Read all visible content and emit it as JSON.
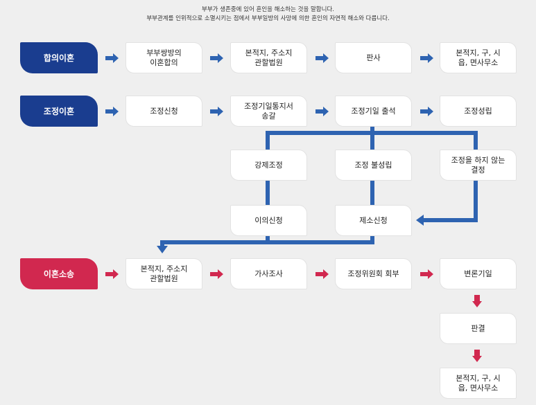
{
  "intro": {
    "line1": "부부가 생존중에 있어 혼인을 해소하는 것을 말합니다.",
    "line2": "부부관계를 인위적으로 소멸시키는 점에서 부부일방의 사망에 의한 혼인의 자연적 해소와 다릅니다."
  },
  "colors": {
    "blue": "#1a3d8f",
    "red": "#d1284f",
    "arrow_blue": "#2e63b1",
    "arrow_red": "#d1284f"
  },
  "row1": {
    "label": "합의이혼",
    "steps": [
      "부부쌍방의\n이혼합의",
      "본적지, 주소지\n관할법원",
      "판사",
      "본적지, 구, 시\n읍, 면사무소"
    ]
  },
  "row2": {
    "label": "조정이혼",
    "steps": [
      "조정신청",
      "조정기일통지서\n송갈",
      "조정기일 출석",
      "조정성립"
    ],
    "branches": [
      "강제조정",
      "조정 불성립",
      "조정을 하지 않는\n결정"
    ],
    "objections": [
      "이의신청",
      "제소신청"
    ]
  },
  "row3": {
    "label": "이혼소송",
    "steps": [
      "본적지, 주소지\n관할법원",
      "가사조사",
      "조정위원회 회부",
      "변론기일"
    ],
    "down_steps": [
      "판결",
      "본적지, 구, 시\n읍, 면사무소"
    ]
  }
}
